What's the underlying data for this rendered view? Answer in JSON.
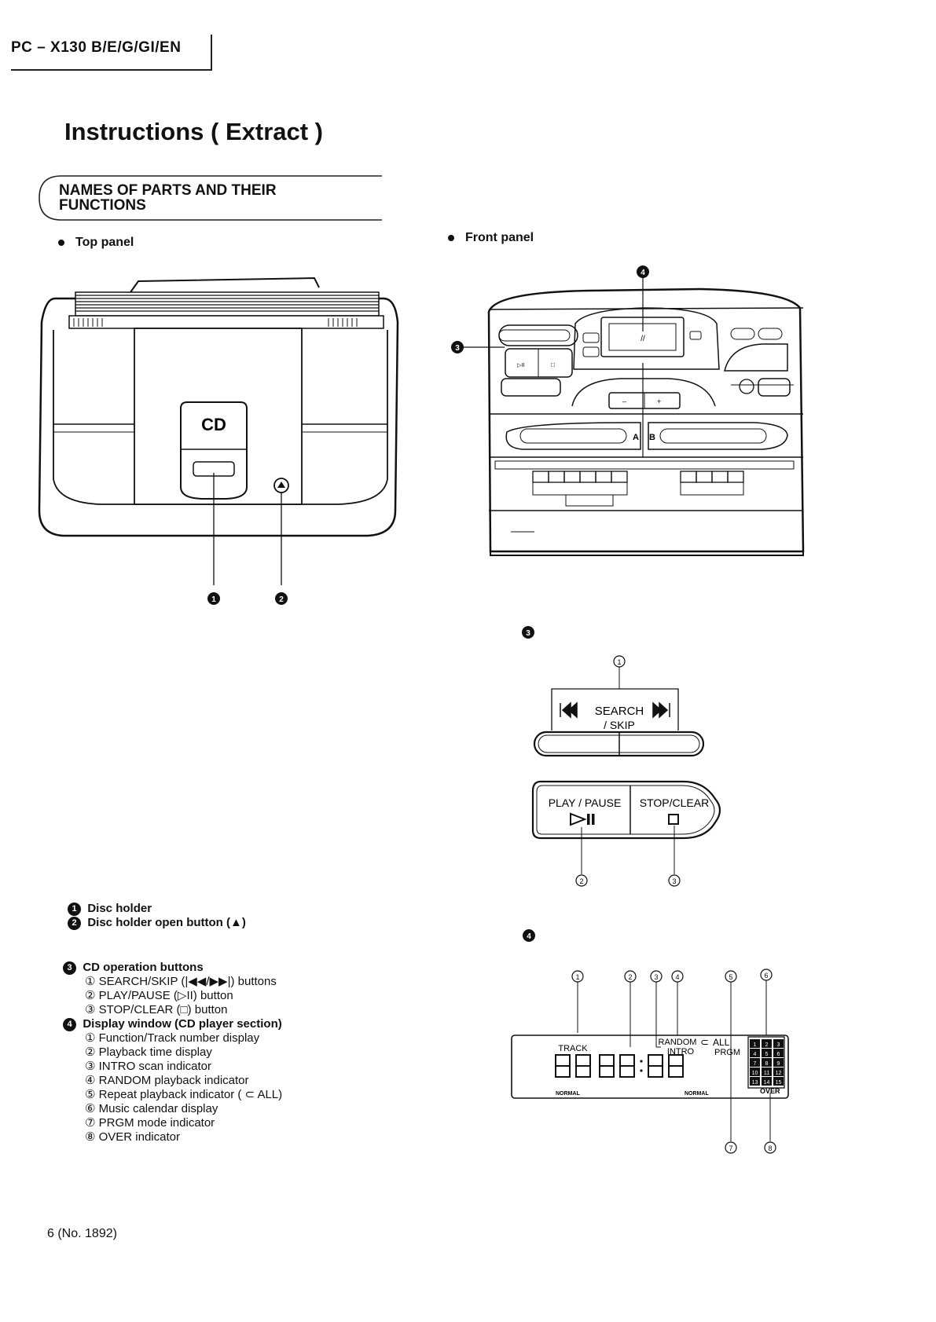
{
  "header": {
    "model": "PC – X130 B/E/G/GI/EN"
  },
  "title": "Instructions ( Extract )",
  "section": {
    "heading_line1": "NAMES OF PARTS AND THEIR",
    "heading_line2": "FUNCTIONS"
  },
  "top_panel": {
    "label": "Top panel",
    "cd_logo": "CD",
    "callouts": [
      "1",
      "2"
    ],
    "eject_symbol": "▲"
  },
  "front_panel": {
    "label": "Front panel",
    "callouts": [
      "3",
      "4"
    ],
    "deck_labels": [
      "A",
      "B"
    ]
  },
  "cd_buttons_fig": {
    "number": "3",
    "search_label": "SEARCH",
    "skip_label": "/ SKIP",
    "play_label": "PLAY / PAUSE",
    "stop_label": "STOP/CLEAR",
    "callouts": [
      "①",
      "②",
      "③"
    ]
  },
  "display_fig": {
    "number": "4",
    "track_label": "TRACK",
    "random_label": "RANDOM",
    "intro_label": "INTRO",
    "all_label": "ALL",
    "prgm_label": "PRGM",
    "normal_left": "NORMAL",
    "normal_right": "NORMAL",
    "over_label": "OVER",
    "calendar_numbers": [
      "1",
      "2",
      "3",
      "4",
      "5",
      "6",
      "7",
      "8",
      "9",
      "10",
      "11",
      "12",
      "13",
      "14",
      "15"
    ],
    "callouts": [
      "①",
      "②",
      "③",
      "④",
      "⑤",
      "⑥",
      "⑦",
      "⑧"
    ]
  },
  "legend": {
    "item1": {
      "num": "1",
      "text": "Disc holder"
    },
    "item2": {
      "num": "2",
      "text": "Disc holder open button (▲)"
    },
    "item3": {
      "num": "3",
      "text": "CD operation buttons",
      "subs": [
        "① SEARCH/SKIP (|◀◀/▶▶|) buttons",
        "② PLAY/PAUSE (▷II) button",
        "③ STOP/CLEAR (□) button"
      ]
    },
    "item4": {
      "num": "4",
      "text": "Display window (CD player section)",
      "subs": [
        "① Function/Track number display",
        "② Playback time display",
        "③ INTRO scan indicator",
        "④ RANDOM playback indicator",
        "⑤ Repeat playback indicator ( ⊂ ALL)",
        "⑥ Music calendar display",
        "⑦ PRGM mode indicator",
        "⑧ OVER indicator"
      ]
    }
  },
  "footer": {
    "page": "6 (No. 1892)"
  }
}
